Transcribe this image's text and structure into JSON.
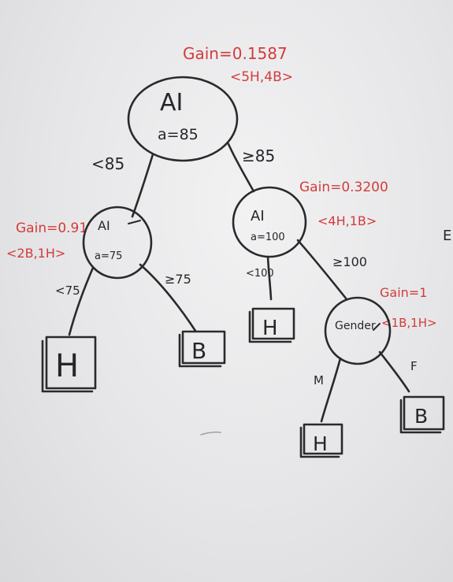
{
  "root": {
    "gain": "Gain=0.1587",
    "counts": "<5H,4B>",
    "attr": "AI",
    "threshold": "a=85"
  },
  "root_edges": {
    "left": "<85",
    "right": "≥85"
  },
  "left_node": {
    "gain": "Gain=0.91",
    "counts": "<2B,1H>",
    "attr": "AI",
    "threshold": "a=75"
  },
  "left_edges": {
    "left": "<75",
    "right": "≥75"
  },
  "right_node": {
    "gain": "Gain=0.3200",
    "counts": "<4H,1B>",
    "attr": "AI",
    "threshold": "a=100"
  },
  "right_edges": {
    "left": "<100",
    "right": "≥100"
  },
  "gender_node": {
    "gain": "Gain=1",
    "counts": "<1B,1H>",
    "attr": "Gender"
  },
  "gender_edges": {
    "left": "M",
    "right": "F"
  },
  "leaves": {
    "ll": "H",
    "lr": "B",
    "rl": "H",
    "gm": "H",
    "gf": "B"
  },
  "stray_mark": "E"
}
